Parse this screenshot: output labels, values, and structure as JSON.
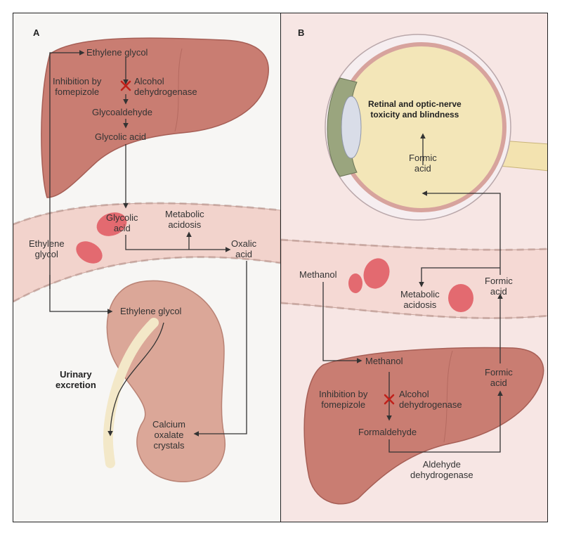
{
  "panel_a": {
    "letter": "A",
    "ethylene_glycol_liver": "Ethylene glycol",
    "inhibition": "Inhibition by\nfomepizole",
    "enzyme": "Alcohol\ndehydrogenase",
    "glycoaldehyde": "Glycoaldehyde",
    "glycolic_acid_liver": "Glycolic acid",
    "glycolic_acid_blood": "Glycolic\nacid",
    "metabolic_acidosis": "Metabolic\nacidosis",
    "oxalic_acid": "Oxalic\nacid",
    "ethylene_glycol_blood": "Ethylene\nglycol",
    "ethylene_glycol_kidney": "Ethylene glycol",
    "urinary_excretion": "Urinary\nexcretion",
    "calcium_oxalate": "Calcium\noxalate\ncrystals"
  },
  "panel_b": {
    "letter": "B",
    "retinal_toxicity": "Retinal and optic-nerve\ntoxicity and blindness",
    "formic_acid_eye": "Formic\nacid",
    "methanol_blood": "Methanol",
    "metabolic_acidosis": "Metabolic\nacidosis",
    "formic_acid_blood": "Formic\nacid",
    "methanol_liver": "Methanol",
    "inhibition": "Inhibition by\nfomepizole",
    "enzyme": "Alcohol\ndehydrogenase",
    "formaldehyde": "Formaldehyde",
    "formic_acid_liver": "Formic\nacid",
    "aldehyde_dehydrogenase": "Aldehyde\ndehydrogenase"
  },
  "colors": {
    "liver": "#c97d72",
    "kidney": "#dba798",
    "vessel": "#f2d3cc",
    "rbc": "#e36a70",
    "eye_inner": "#f3e6b8",
    "arrow": "#333333",
    "inhibit_x": "#c0201a"
  }
}
